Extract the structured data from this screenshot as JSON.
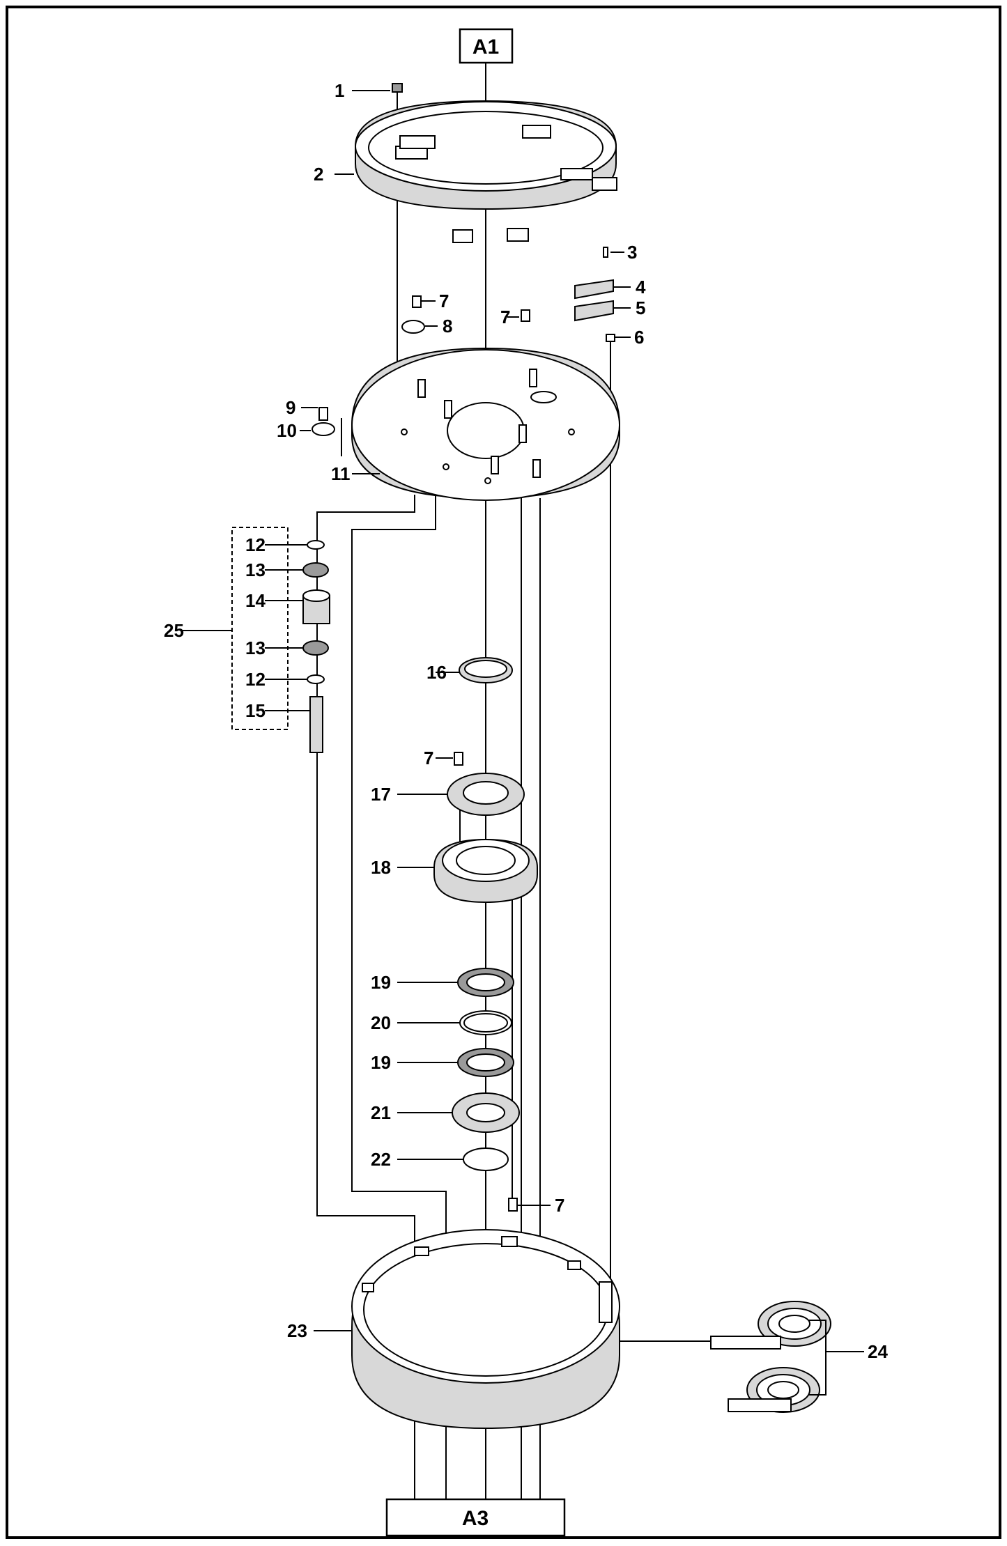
{
  "diagram": {
    "top_box": "A1",
    "bottom_box": "A3",
    "callouts": {
      "p1": "1",
      "p2": "2",
      "p3": "3",
      "p4": "4",
      "p5": "5",
      "p6": "6",
      "p7a": "7",
      "p7b": "7",
      "p7c": "7",
      "p7d": "7",
      "p8": "8",
      "p9": "9",
      "p10": "10",
      "p11": "11",
      "p12a": "12",
      "p12b": "12",
      "p13a": "13",
      "p13b": "13",
      "p14": "14",
      "p15": "15",
      "p16": "16",
      "p17": "17",
      "p18": "18",
      "p19a": "19",
      "p19b": "19",
      "p20": "20",
      "p21": "21",
      "p22": "22",
      "p23": "23",
      "p24": "24",
      "p25": "25"
    }
  }
}
